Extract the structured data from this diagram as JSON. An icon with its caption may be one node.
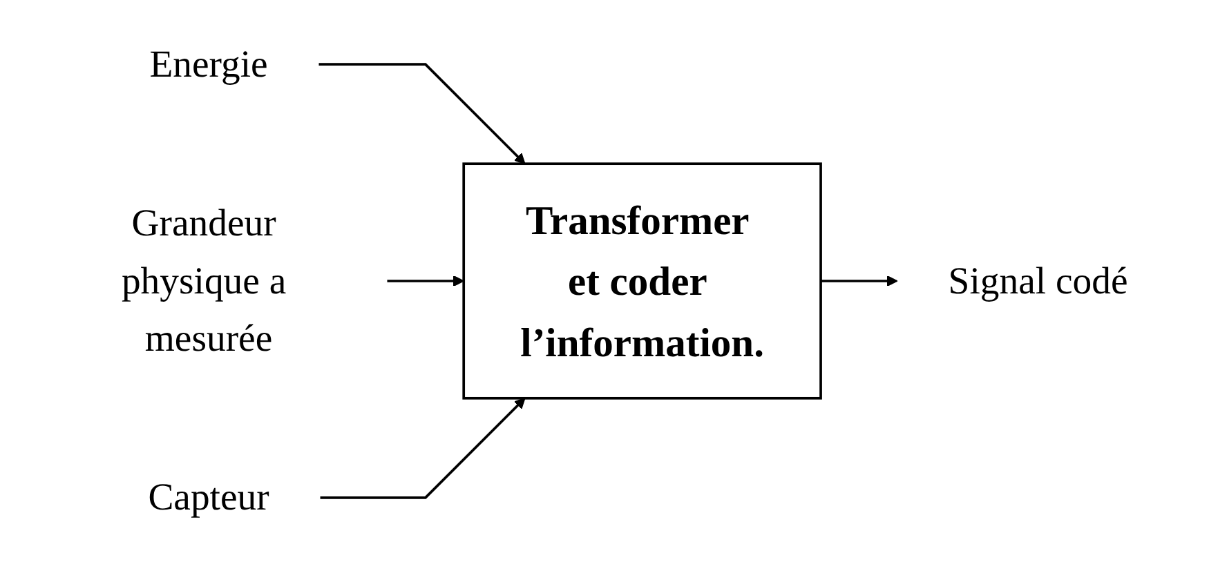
{
  "diagram": {
    "nodes": [
      {
        "text": [
          "Energie"
        ]
      },
      {
        "text": [
          "Grandeur physique a mesurée"
        ]
      },
      {
        "text": [
          "Transformer et coder l’information."
        ]
      },
      {
        "text": [
          "Signal codé"
        ]
      },
      {
        "text": [
          "Capteur"
        ]
      }
    ],
    "edges": [
      {
        "from": 0,
        "to": 2,
        "arrow": "to"
      },
      {
        "from": 1,
        "to": 2,
        "arrow": "to"
      },
      {
        "from": 2,
        "to": 3,
        "arrow": "to"
      },
      {
        "from": 4,
        "to": 2,
        "arrow": "to"
      }
    ]
  }
}
